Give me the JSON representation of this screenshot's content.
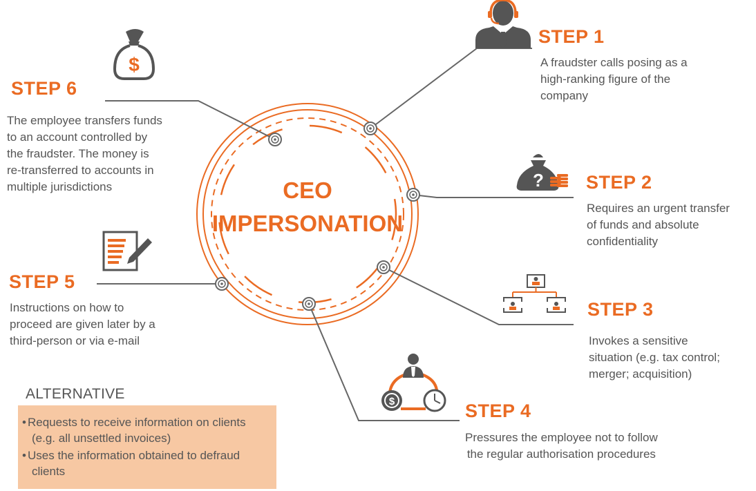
{
  "center": {
    "line1": "CEO",
    "line2": "IMPERSONATION"
  },
  "steps": [
    {
      "title": "STEP 1",
      "lines": [
        "A fraudster calls posing  as a",
        "high-ranking figure of the",
        "company"
      ],
      "icon": "operator-icon"
    },
    {
      "title": "STEP 2",
      "lines": [
        "Requires an urgent transfer",
        "of funds and absolute",
        "confidentiality"
      ],
      "icon": "money-bag-question-icon"
    },
    {
      "title": "STEP 3",
      "lines": [
        "Invokes a sensitive",
        "situation (e.g. tax control;",
        "merger; acquisition)"
      ],
      "icon": "org-chart-icon"
    },
    {
      "title": "STEP 4",
      "lines": [
        "Pressures the employee not to follow",
        "the regular authorisation procedures"
      ],
      "icon": "employee-pressure-icon"
    },
    {
      "title": "STEP 5",
      "lines": [
        "Instructions on how to",
        "proceed are given later by a",
        "third-person or via e-mail"
      ],
      "icon": "document-pen-icon"
    },
    {
      "title": "STEP 6",
      "lines": [
        "The employee transfers funds",
        "to an account controlled by",
        "the fraudster. The money is",
        "re-transferred to accounts in",
        "multiple jurisdictions"
      ],
      "icon": "money-bag-dollar-icon"
    }
  ],
  "alternative": {
    "heading": "ALTERNATIVE",
    "items": [
      {
        "line1": "Requests to receive information on clients",
        "line2": "(e.g. all unsettled invoices)"
      },
      {
        "line1": "Uses the information obtained to defraud",
        "line2": "clients"
      }
    ]
  },
  "colors": {
    "accent": "#ea6b23",
    "text": "#555555",
    "connector": "#666666",
    "alt_box": "#f7c8a3"
  }
}
